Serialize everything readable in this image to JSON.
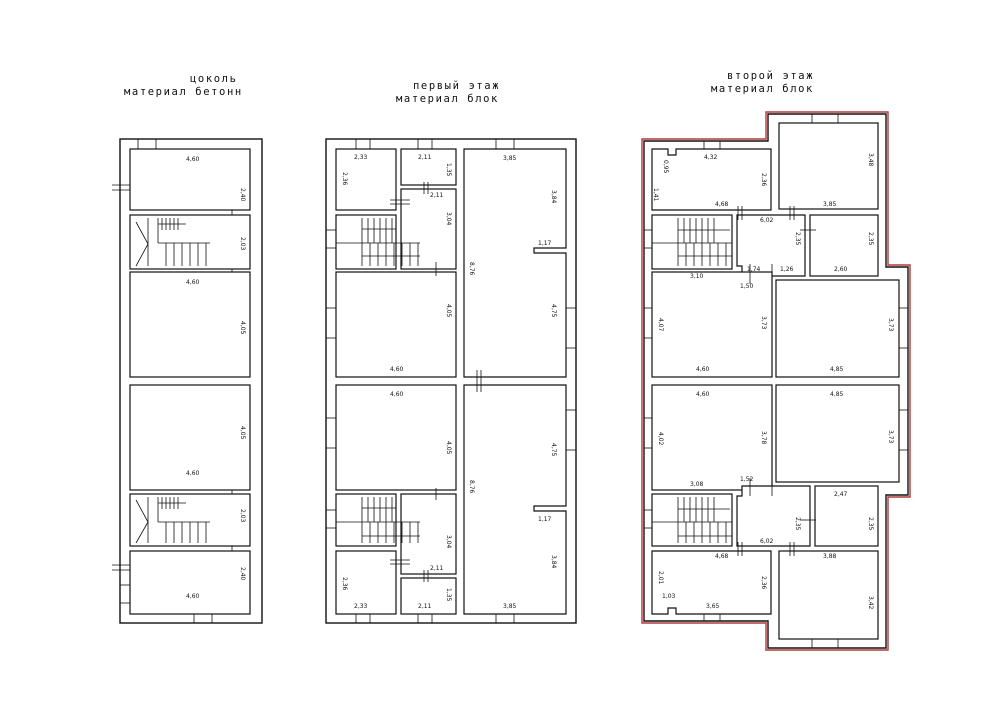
{
  "floors": [
    {
      "title": "цоколь",
      "material": "материал бетонн"
    },
    {
      "title": "первый этаж",
      "material": "материал блок"
    },
    {
      "title": "второй этаж",
      "material": "материал блок"
    }
  ],
  "dims": {
    "d_4_60": "4,60",
    "d_2_40": "2,40",
    "d_2_03": "2,03",
    "d_4_05": "4,05",
    "d_2_33": "2,33",
    "d_2_36": "2,36",
    "d_2_11": "2,11",
    "d_1_35": "1,35",
    "d_3_85": "3,85",
    "d_3_84": "3,84",
    "d_3_04": "3,04",
    "d_1_17": "1,17",
    "d_8_76": "8,76",
    "d_4_75": "4,75",
    "d_4_32": "4,32",
    "d_0_95": "0,95",
    "d_1_41": "1,41",
    "d_3_48": "3,48",
    "d_4_68": "4,68",
    "d_6_02": "6,02",
    "d_2_35": "2,35",
    "d_2_60": "2,60",
    "d_3_10": "3,10",
    "d_1_74": "1,74",
    "d_1_26": "1,26",
    "d_1_50": "1,50",
    "d_4_07": "4,07",
    "d_3_73": "3,73",
    "d_4_85": "4,85",
    "d_4_02": "4,02",
    "d_3_78": "3,78",
    "d_3_08": "3,08",
    "d_1_52": "1,52",
    "d_2_47": "2,47",
    "d_3_88": "3,88",
    "d_2_01": "2,01",
    "d_1_03": "1,03",
    "d_3_65": "3,65",
    "d_3_42": "3,42"
  }
}
